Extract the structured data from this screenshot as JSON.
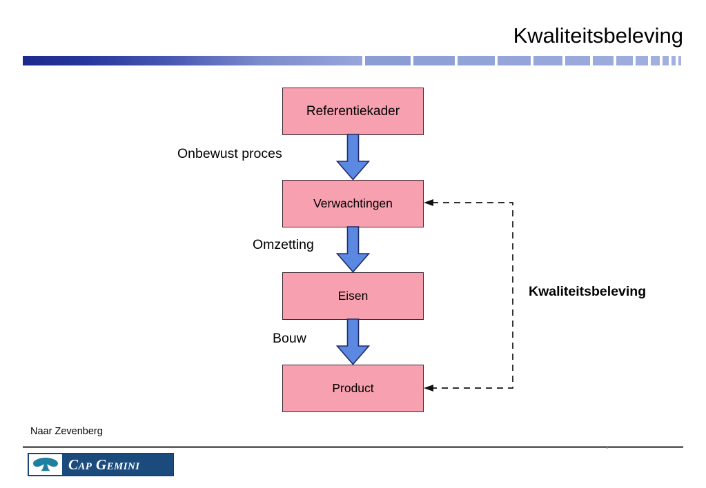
{
  "slide": {
    "title": "Kwaliteitsbeleving",
    "source_note": "Naar Zevenberg"
  },
  "header": {
    "accent_dark": "#1F2F94",
    "accent_light": "#97A8DA"
  },
  "diagram": {
    "node_fill": "#F7A0AF",
    "node_border": "#3B2530",
    "arrow_fill": "#5B88E0",
    "arrow_border": "#1F2C6B",
    "nodes": [
      {
        "label": "Referentiekader"
      },
      {
        "label": "Verwachtingen"
      },
      {
        "label": "Eisen"
      },
      {
        "label": "Product"
      }
    ],
    "edge_labels": [
      {
        "text": "Onbewust proces"
      },
      {
        "text": "Omzetting"
      },
      {
        "text": "Bouw"
      }
    ],
    "loop_caption": "Kwaliteitsbeleving"
  },
  "logo": {
    "wordmark": "Cap Gemini",
    "background": "#1B4A7D",
    "mark": "spade-icon"
  }
}
